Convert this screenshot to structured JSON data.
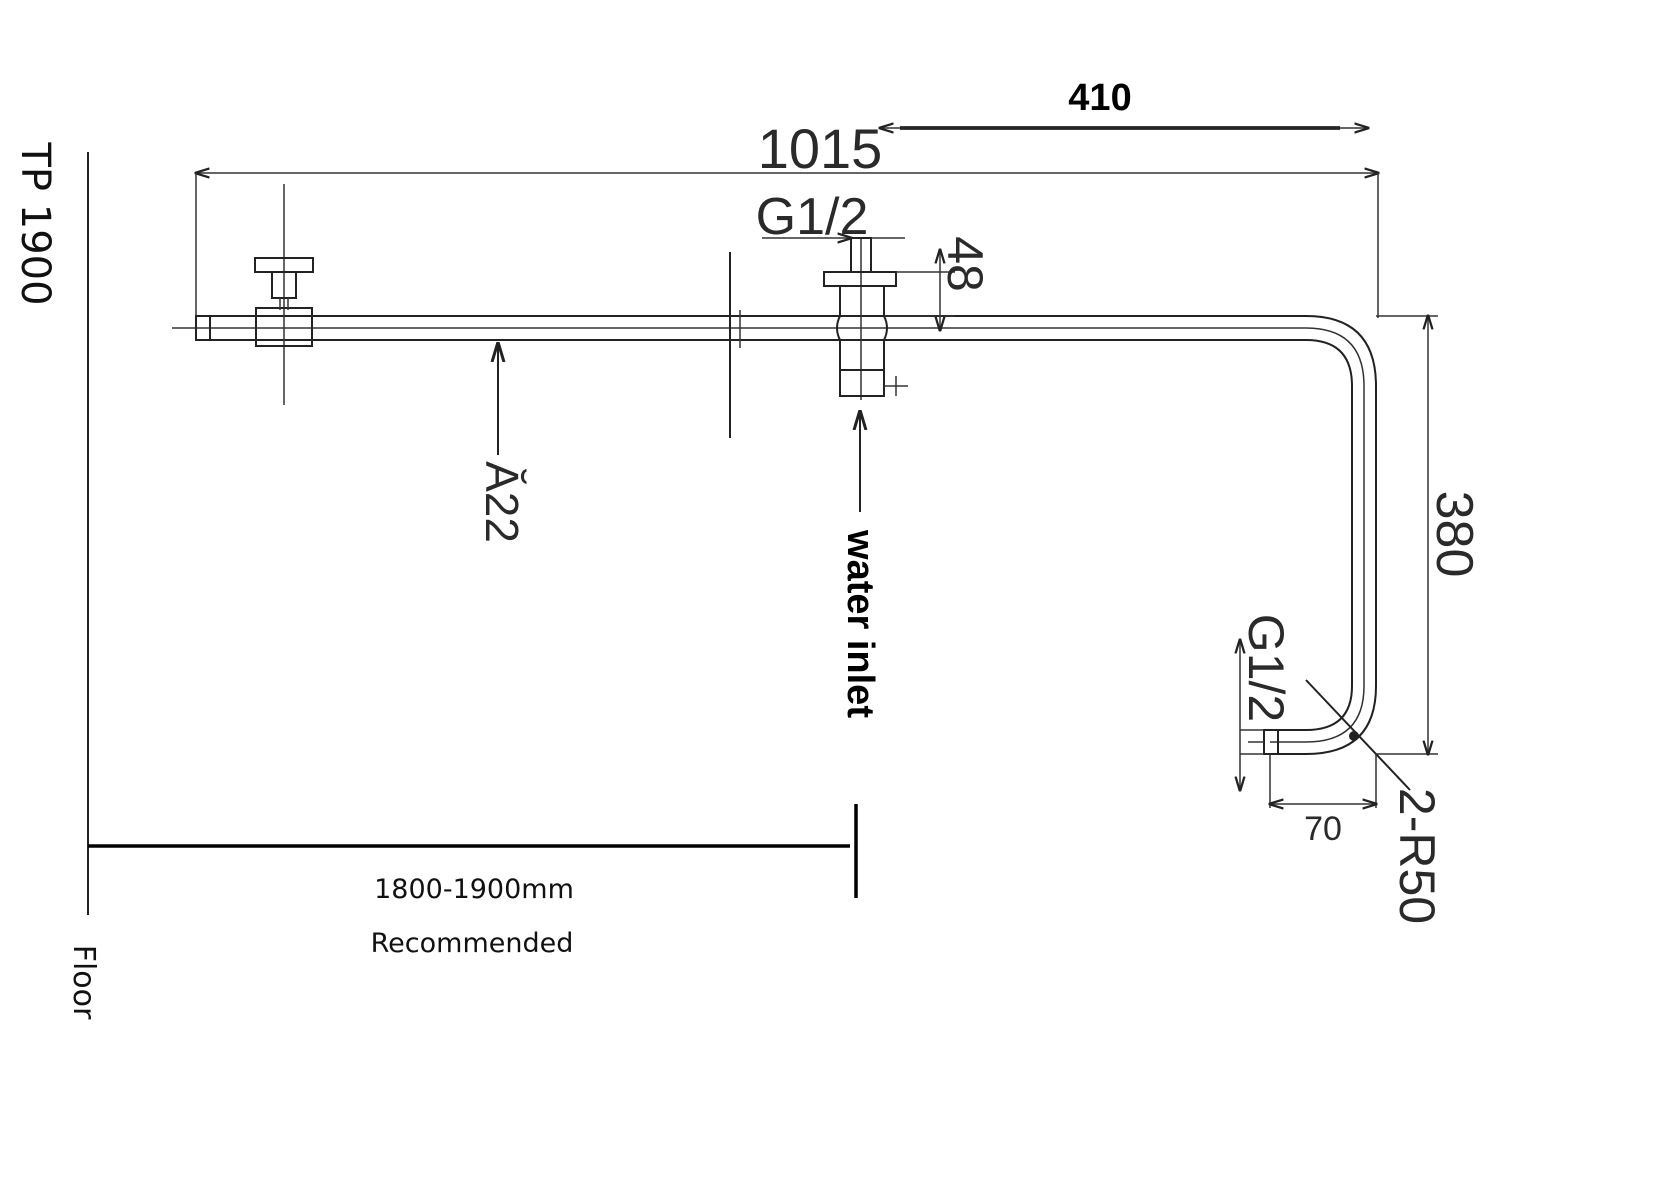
{
  "colors": {
    "line": "#222222",
    "background": "#ffffff"
  },
  "labels": {
    "top_length": "410",
    "overall_length": "1015",
    "top_thread": "G1/2",
    "flange_offset": "48",
    "pipe_diameter": "Ă22",
    "water_inlet": "water inlet",
    "drop_length": "380",
    "bottom_thread": "G1/2",
    "bend_radius": "2-R50",
    "bottom_offset": "70",
    "height_range": "1800-1900mm",
    "recommended": "Recommended",
    "tp_height": "TP 1900",
    "floor": "Floor"
  }
}
